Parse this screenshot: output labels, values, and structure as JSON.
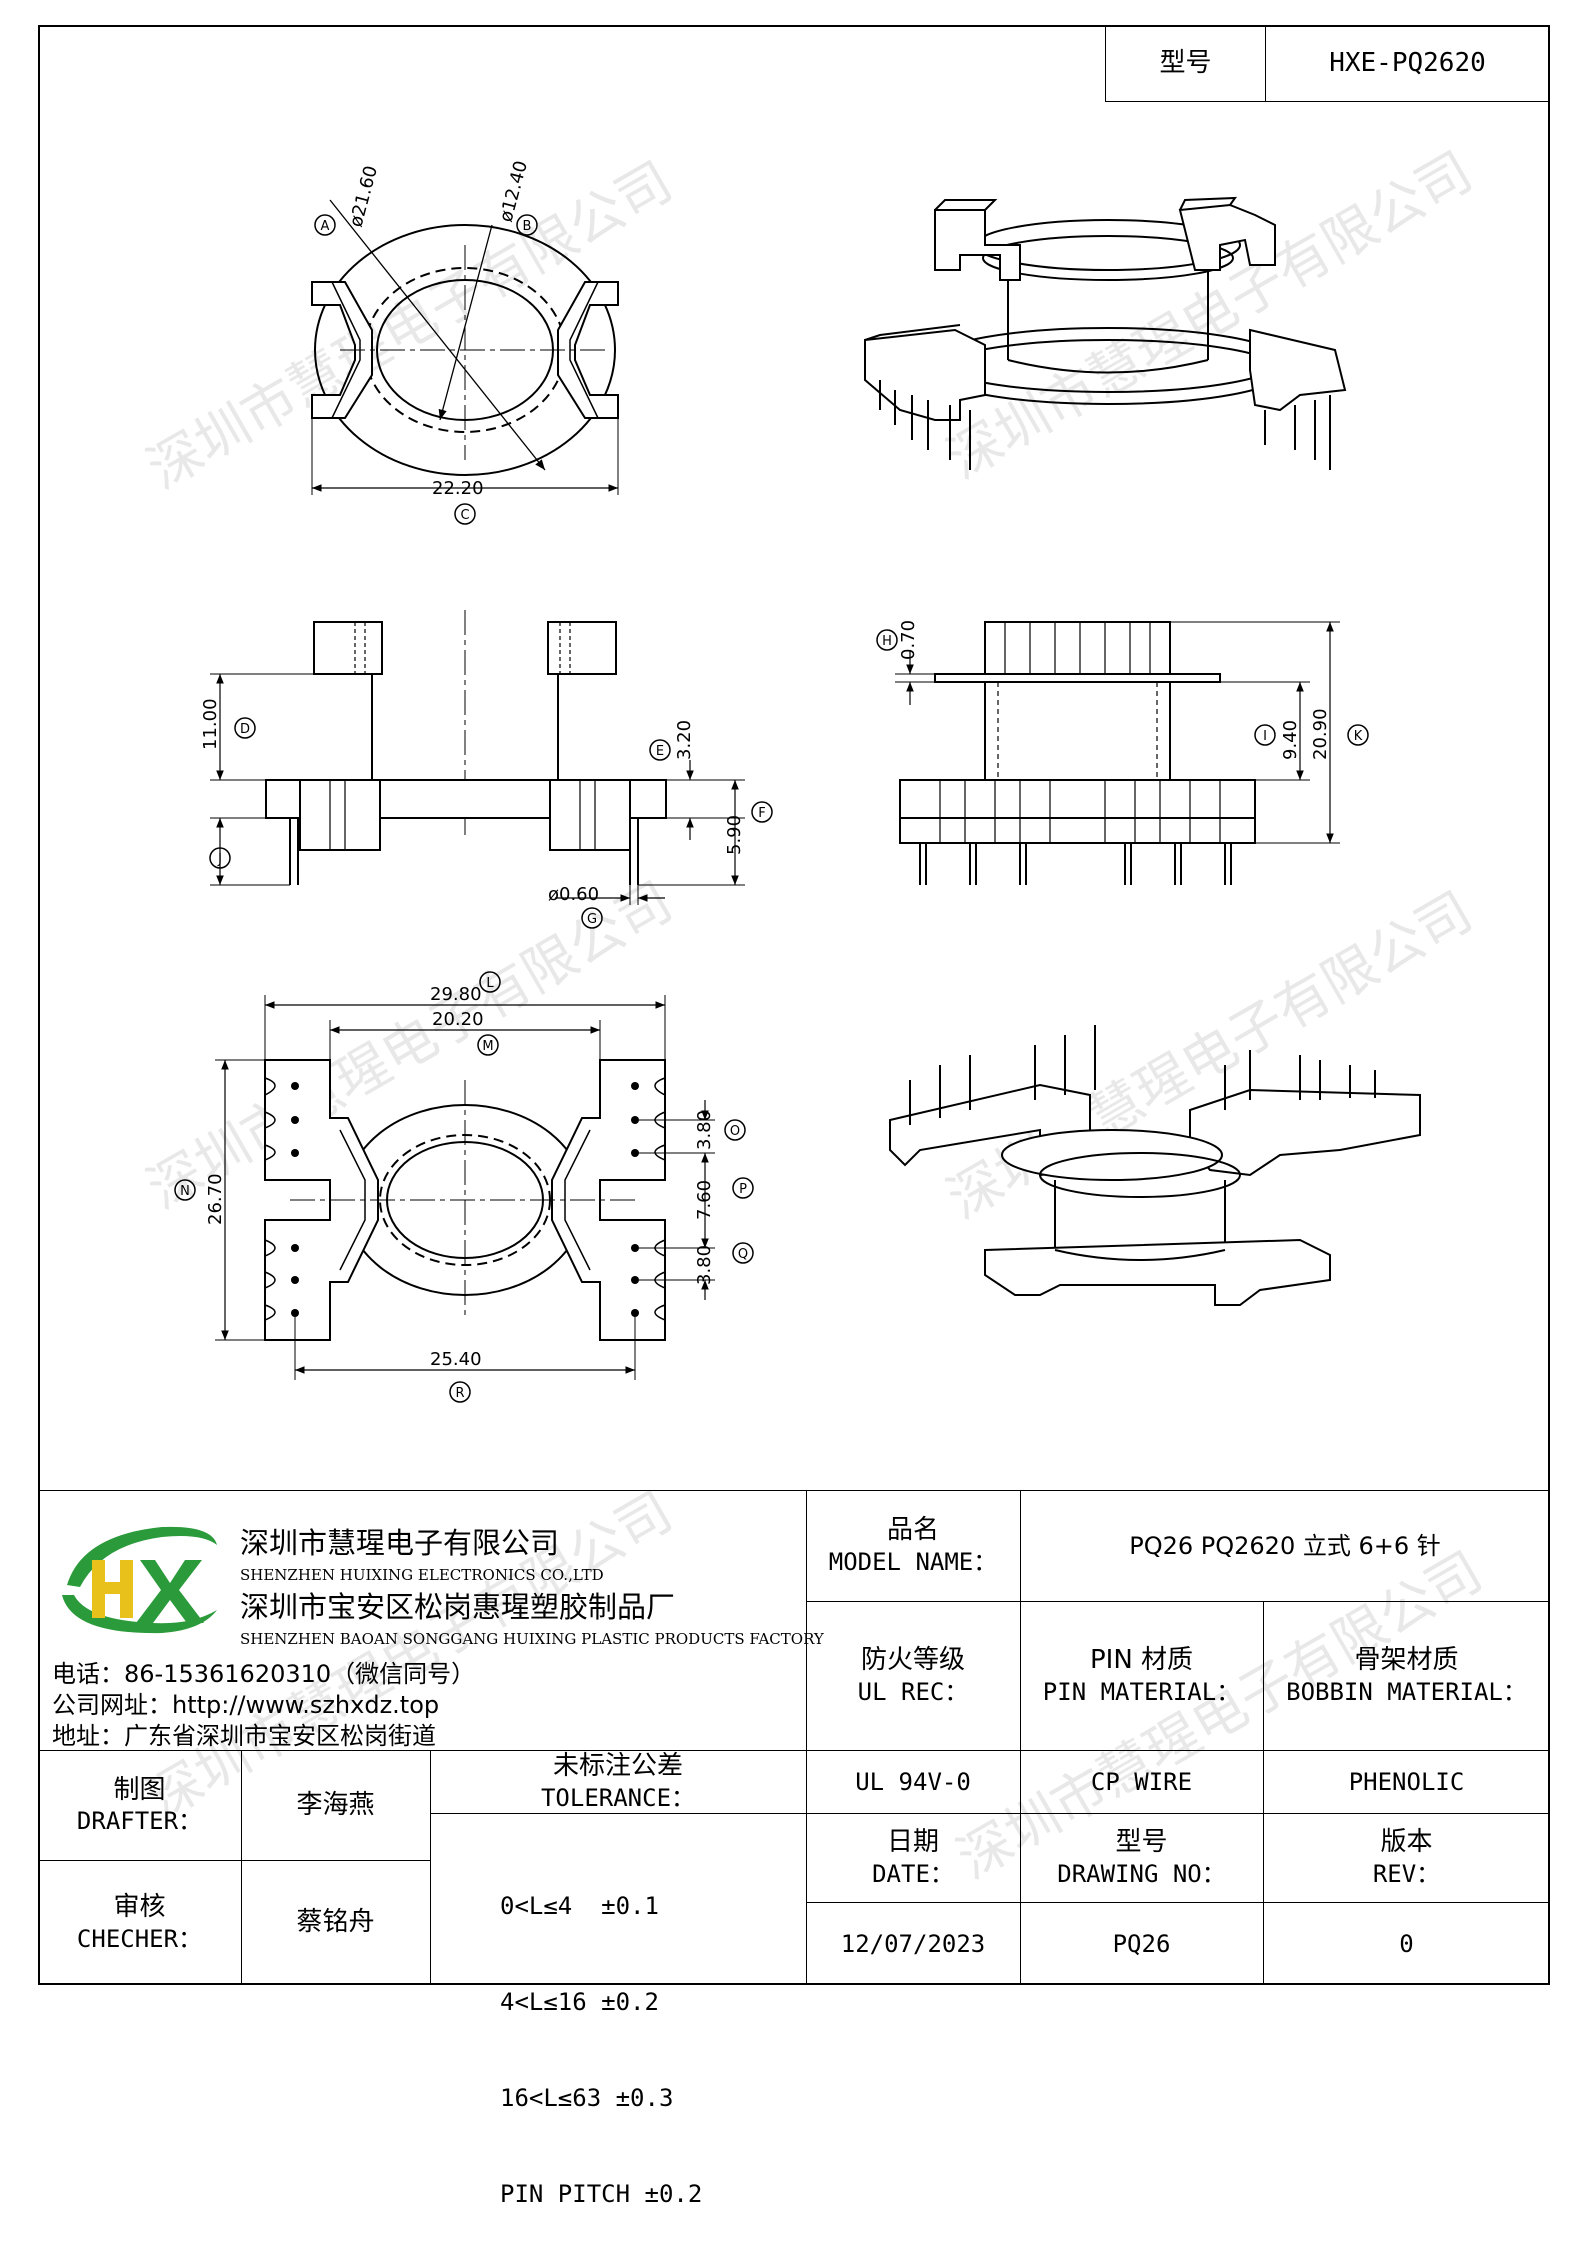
{
  "header": {
    "model_label": "型号",
    "model_value": "HXE-PQ2620"
  },
  "watermark": "深圳市慧瑆电子有限公司",
  "drawing": {
    "top_view": {
      "dia_outer": "ø21.60",
      "dia_inner": "ø12.40",
      "width": "22.20",
      "markers": [
        "A",
        "B",
        "C"
      ]
    },
    "side_view_left": {
      "height_d": "11.00",
      "height_e": "3.20",
      "height_f": "5.90",
      "pin_dia": "ø0.60",
      "markers": [
        "D",
        "E",
        "F",
        "G",
        "J"
      ]
    },
    "side_view_right": {
      "flange_h": "0.70",
      "height_i": "9.40",
      "height_k": "20.90",
      "markers": [
        "H",
        "I",
        "K"
      ]
    },
    "bottom_view": {
      "width_l": "29.80",
      "width_m": "20.20",
      "height_n": "26.70",
      "pitch_o": "3.80",
      "gap_p": "7.60",
      "pitch_q": "3.80",
      "width_r": "25.40",
      "markers": [
        "L",
        "M",
        "N",
        "O",
        "P",
        "Q",
        "R"
      ]
    }
  },
  "company": {
    "logo_text": "HX",
    "name_cn": "深圳市慧瑆电子有限公司",
    "name_en": "SHENZHEN HUIXING ELECTRONICS CO.,LTD",
    "factory_cn": "深圳市宝安区松岗惠瑆塑胶制品厂",
    "factory_en": "SHENZHEN BAOAN SONGGANG HUIXING PLASTIC PRODUCTS FACTORY",
    "phone": "电话：86-15361620310（微信同号）",
    "website": "公司网址：http://www.szhxdz.top",
    "address": "地址：广东省深圳市宝安区松岗街道"
  },
  "title_block": {
    "model_name_cn": "品名",
    "model_name_en": "MODEL NAME：",
    "model_name_value": "PQ26 PQ2620 立式 6+6 针",
    "ul_cn": "防火等级",
    "ul_en": "UL REC：",
    "pin_mat_cn": "PIN 材质",
    "pin_mat_en": "PIN MATERIAL：",
    "bobbin_cn": "骨架材质",
    "bobbin_en": "BOBBIN MATERIAL：",
    "ul_value": "UL 94V-0",
    "pin_value": "CP WIRE",
    "bobbin_value": "PHENOLIC",
    "date_cn": "日期",
    "date_en": "DATE：",
    "drawing_no_cn": "型号",
    "drawing_no_en": "DRAWING NO：",
    "rev_cn": "版本",
    "rev_en": "REV：",
    "date_value": "12/07/2023",
    "drawing_no_value": "PQ26",
    "rev_value": "0",
    "drafter_cn": "制图",
    "drafter_en": "DRAFTER：",
    "drafter_value": "李海燕",
    "checker_cn": "审核",
    "checker_en": "CHECHER：",
    "checker_value": "蔡铭舟",
    "tolerance_cn": "未标注公差",
    "tolerance_en": "TOLERANCE：",
    "tolerance_lines": [
      "0<L≤4  ±0.1",
      "4<L≤16 ±0.2",
      "16<L≤63 ±0.3",
      "PIN PITCH ±0.2"
    ]
  },
  "colors": {
    "logo_green": "#2a9a3a",
    "logo_yellow": "#e8c21a",
    "line": "#000000"
  }
}
